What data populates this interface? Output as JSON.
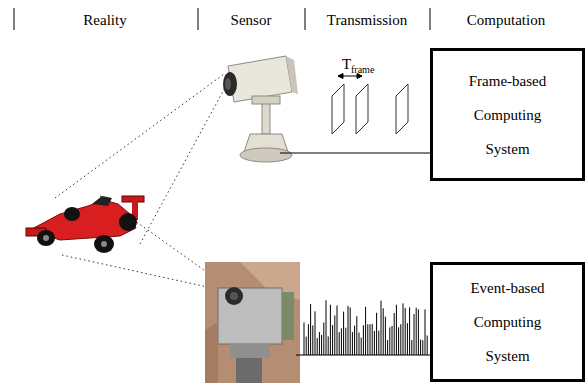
{
  "diagram": {
    "nodes": [
      {
        "text": [
          "Frame-based Computing System"
        ]
      },
      {
        "text": [
          "Event-based Computing System"
        ]
      }
    ],
    "labels": [
      "Reality",
      "Sensor",
      "Transmission",
      "Computation",
      "T",
      "frame"
    ]
  }
}
